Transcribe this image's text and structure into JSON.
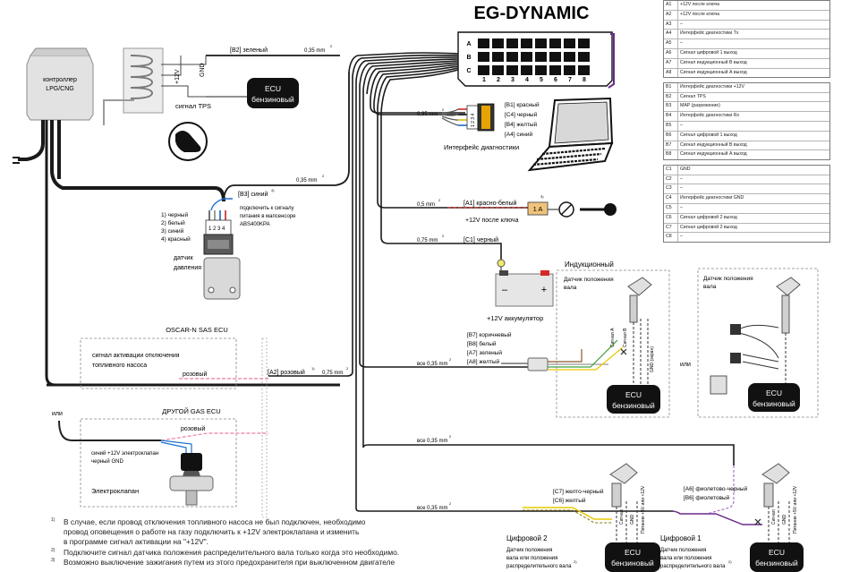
{
  "title": "EG-DYNAMIC",
  "connector": {
    "row_labels": [
      "A",
      "B",
      "C"
    ],
    "col_labels": [
      "1",
      "2",
      "3",
      "4",
      "5",
      "6",
      "7",
      "8"
    ]
  },
  "pin_table": [
    [
      {
        "id": "A1",
        "desc": "+12V после ключа"
      },
      {
        "id": "A2",
        "desc": "+12V после ключа"
      },
      {
        "id": "A3",
        "desc": "–"
      },
      {
        "id": "A4",
        "desc": "Интерфейс диагностики Tx"
      },
      {
        "id": "A5",
        "desc": "–"
      },
      {
        "id": "A6",
        "desc": "Сигнал цифровой 1 выход"
      },
      {
        "id": "A7",
        "desc": "Сигнал индукционный В выход"
      },
      {
        "id": "A8",
        "desc": "Сигнал индукционный А выход"
      }
    ],
    [
      {
        "id": "B1",
        "desc": "Интерфейс диагностики +12V"
      },
      {
        "id": "B2",
        "desc": "Сигнал TPS"
      },
      {
        "id": "B3",
        "desc": "MAP (разрежение)"
      },
      {
        "id": "B4",
        "desc": "Интерфейс диагностики Rx"
      },
      {
        "id": "B5",
        "desc": "–"
      },
      {
        "id": "B6",
        "desc": "Сигнал цифровой 1 выход"
      },
      {
        "id": "B7",
        "desc": "Сигнал индукционный В выход"
      },
      {
        "id": "B8",
        "desc": "Сигнал индукционный А выход"
      }
    ],
    [
      {
        "id": "C1",
        "desc": "GND"
      },
      {
        "id": "C2",
        "desc": "–"
      },
      {
        "id": "C3",
        "desc": "–"
      },
      {
        "id": "C4",
        "desc": "Интерфейс диагностики GND"
      },
      {
        "id": "C5",
        "desc": "–"
      },
      {
        "id": "C6",
        "desc": "Сигнал цифровой 2 выход"
      },
      {
        "id": "C7",
        "desc": "Сигнал цифровой 2 выход"
      },
      {
        "id": "C8",
        "desc": "–"
      }
    ]
  ],
  "controller": {
    "line1": "контроллер",
    "line2": "LPG/CNG"
  },
  "tps": {
    "plus12": "+12V",
    "gnd": "GND",
    "label": "сигнал TPS",
    "wire": "[B2] зеленый",
    "gauge": "0,35 mm",
    "gauge_sup": "2"
  },
  "ecu_label": {
    "line1": "ECU",
    "line2": "бензиновый"
  },
  "diag": {
    "gauge": "0,35 mm",
    "gauge_sup": "2",
    "wires": [
      "[B1] красный",
      "[C4] черный",
      "[B4] желтый",
      "[A4] синий"
    ],
    "pins": "1 2 3 4",
    "label": "Интерфейс диагностики"
  },
  "pressure": {
    "gauge": "0,35 mm",
    "gauge_sup": "2",
    "wire": "[B3] синий",
    "wire_sup": "4)",
    "note": [
      "подключить к сигналу",
      "питания в мапсенсоре",
      "ABS400KPA"
    ],
    "legend": [
      "1) черный",
      "2) белый",
      "3) синий",
      "4) красный"
    ],
    "pins": "1 2 3 4",
    "label": [
      "датчик",
      "давления"
    ]
  },
  "ignition": {
    "gauge": "0,5 mm",
    "gauge_sup": "2",
    "wire": "[A1] красно-белый",
    "label": "+12V после ключа",
    "fuse": "1 A",
    "fuse_sup": "3)"
  },
  "battery": {
    "gauge": "0,75 mm",
    "gauge_sup": "2",
    "wire": "[C1] черный",
    "minus": "–",
    "plus": "+",
    "label": "+12V аккумулятор"
  },
  "oscar": {
    "title": "OSCAR-N SAS ECU",
    "text": [
      "сигнал активации отключения",
      "топливного насоса"
    ],
    "wire": "розовый",
    "pin_wire": "[A2] розовый",
    "pin_sup": "1)",
    "gauge": "0,75 mm",
    "gauge_sup": "2"
  },
  "other_gas": {
    "ili": "или",
    "title": "ДРУГОЙ GAS ECU",
    "wire": "розовый",
    "text": [
      "синий +12V электроклапан",
      "черный GND"
    ],
    "valve": "Электроклапан"
  },
  "inductive": {
    "gauge": "все 0,35 mm",
    "gauge_sup": "2",
    "wires": [
      "[B7] коричневый",
      "[B8] белый",
      "[A7] зеленый",
      "[A8] желтый"
    ],
    "title": "Индукционный",
    "sensor_label": [
      "Датчик положения",
      "вала"
    ],
    "signal_a": "Сигнал А",
    "signal_b": "Сигнал В",
    "gnd_shield": "GND (экран)",
    "ili": "или",
    "sensor_label2": [
      "Датчик положения",
      "вала"
    ]
  },
  "cam_bus": {
    "gauge": "все 0,35 mm",
    "gauge_sup": "2"
  },
  "digital2": {
    "gauge": "все 0,35 mm",
    "gauge_sup": "2",
    "wires": [
      "[C7] желто-черный",
      "[C6] желтый"
    ],
    "title": "Цифровой 2",
    "sensor_label": [
      "Датчик положения",
      "вала или положения",
      "распределительного вала"
    ],
    "sensor_sup": "2)",
    "signal": "Сигнал",
    "gnd": "GND",
    "power": "Питание +5V или +12V"
  },
  "digital1": {
    "wires": [
      "[A6] фиолетово-черный",
      "[B6] фиолетовый"
    ],
    "title": "Цифровой 1",
    "sensor_label": [
      "Датчик положения",
      "вала или положения",
      "распределительного вала"
    ],
    "sensor_sup": "2)",
    "signal": "Сигнал",
    "gnd": "GND",
    "power": "Питание +5V или +12V"
  },
  "notes": [
    {
      "num": "1)",
      "lines": [
        "В случае, если провод отключения топливного насоса не был подключен, необходимо",
        "провод оповещения о работе на газу подключить к +12V электроклапана и изменить",
        "в программе сигнал активации на \"+12V\"."
      ]
    },
    {
      "num": "2)",
      "lines": [
        "Подключите сигнал датчика положения распределительного вала только когда это необходимо."
      ]
    },
    {
      "num": "3)",
      "lines": [
        "Возможно выключение зажигания путем из этого предохранителя при выключенном двигателе"
      ]
    }
  ]
}
